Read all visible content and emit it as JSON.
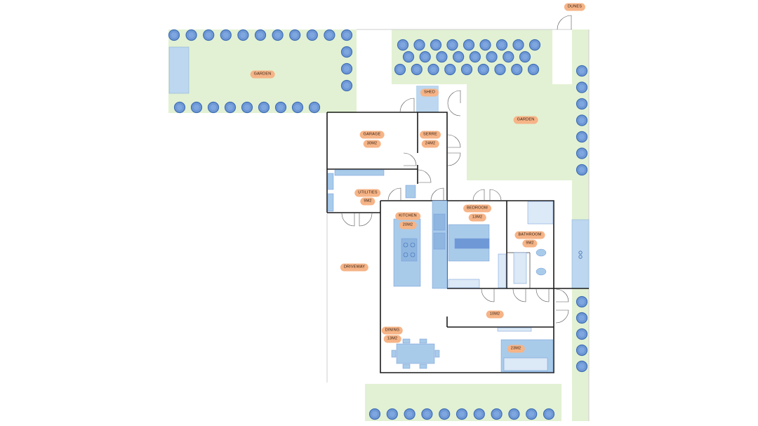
{
  "labels": {
    "dunes": "DUNES",
    "garden_left": "GARDEN",
    "shed": "SHED",
    "garden_right": "GARDEN",
    "garage": "GARAGE",
    "garage_area": "30M2",
    "serre": "SERRE",
    "serre_area": "24M2",
    "utilities": "UTILITIES",
    "utilities_area": "9M2",
    "kitchen": "KITCHEN",
    "kitchen_area": "20M2",
    "bedroom": "BEDROOM",
    "bedroom_area": "13M2",
    "bathroom": "BATHROOM",
    "bathroom_area": "9M2",
    "driveway": "DRIVEWAY",
    "hall_area": "10M2",
    "dining": "DINING",
    "dining_area": "13M2",
    "living_area": "23M2"
  },
  "colors": {
    "lawn": "#e2f1d3",
    "shrub": "#6f98d6",
    "shrub_dark": "#3f6fb5",
    "water": "#bcd7ef",
    "fixture": "#a9cbea",
    "wall": "#1a1a1a",
    "label_bg": "#f6b487"
  }
}
